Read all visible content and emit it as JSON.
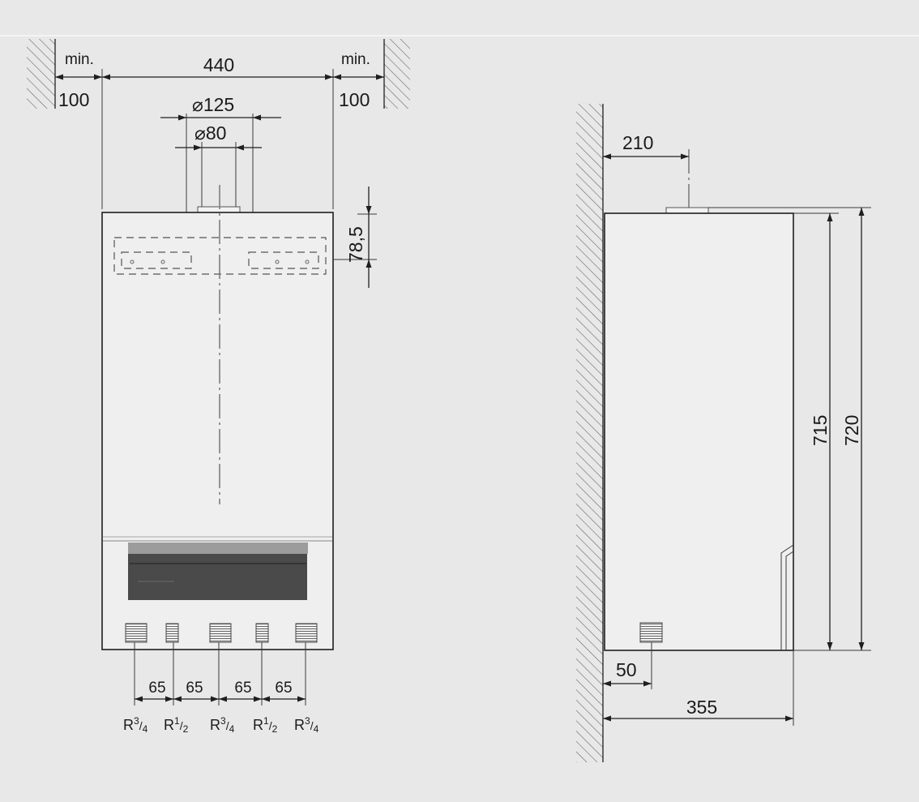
{
  "front_view": {
    "width_label": "440",
    "min_left_label": "min.",
    "min_left_value": "100",
    "min_right_label": "min.",
    "min_right_value": "100",
    "flue_outer_label": "⌀125",
    "flue_inner_label": "⌀80",
    "bracket_offset_label": "78,5",
    "spacings": [
      "65",
      "65",
      "65",
      "65"
    ],
    "connections": [
      {
        "main": "R",
        "sup": "3",
        "sub": "4"
      },
      {
        "main": "R",
        "sup": "1",
        "sub": "2"
      },
      {
        "main": "R",
        "sup": "3",
        "sub": "4"
      },
      {
        "main": "R",
        "sup": "1",
        "sub": "2"
      },
      {
        "main": "R",
        "sup": "3",
        "sub": "4"
      }
    ]
  },
  "side_view": {
    "flue_distance_label": "210",
    "height_body_label": "715",
    "height_total_label": "720",
    "connection_offset_label": "50",
    "depth_label": "355"
  },
  "colors": {
    "background": "#e8e8e8",
    "unit_fill": "#efefef",
    "display_dark": "#4a4a4a",
    "line": "#1f1f1f"
  }
}
